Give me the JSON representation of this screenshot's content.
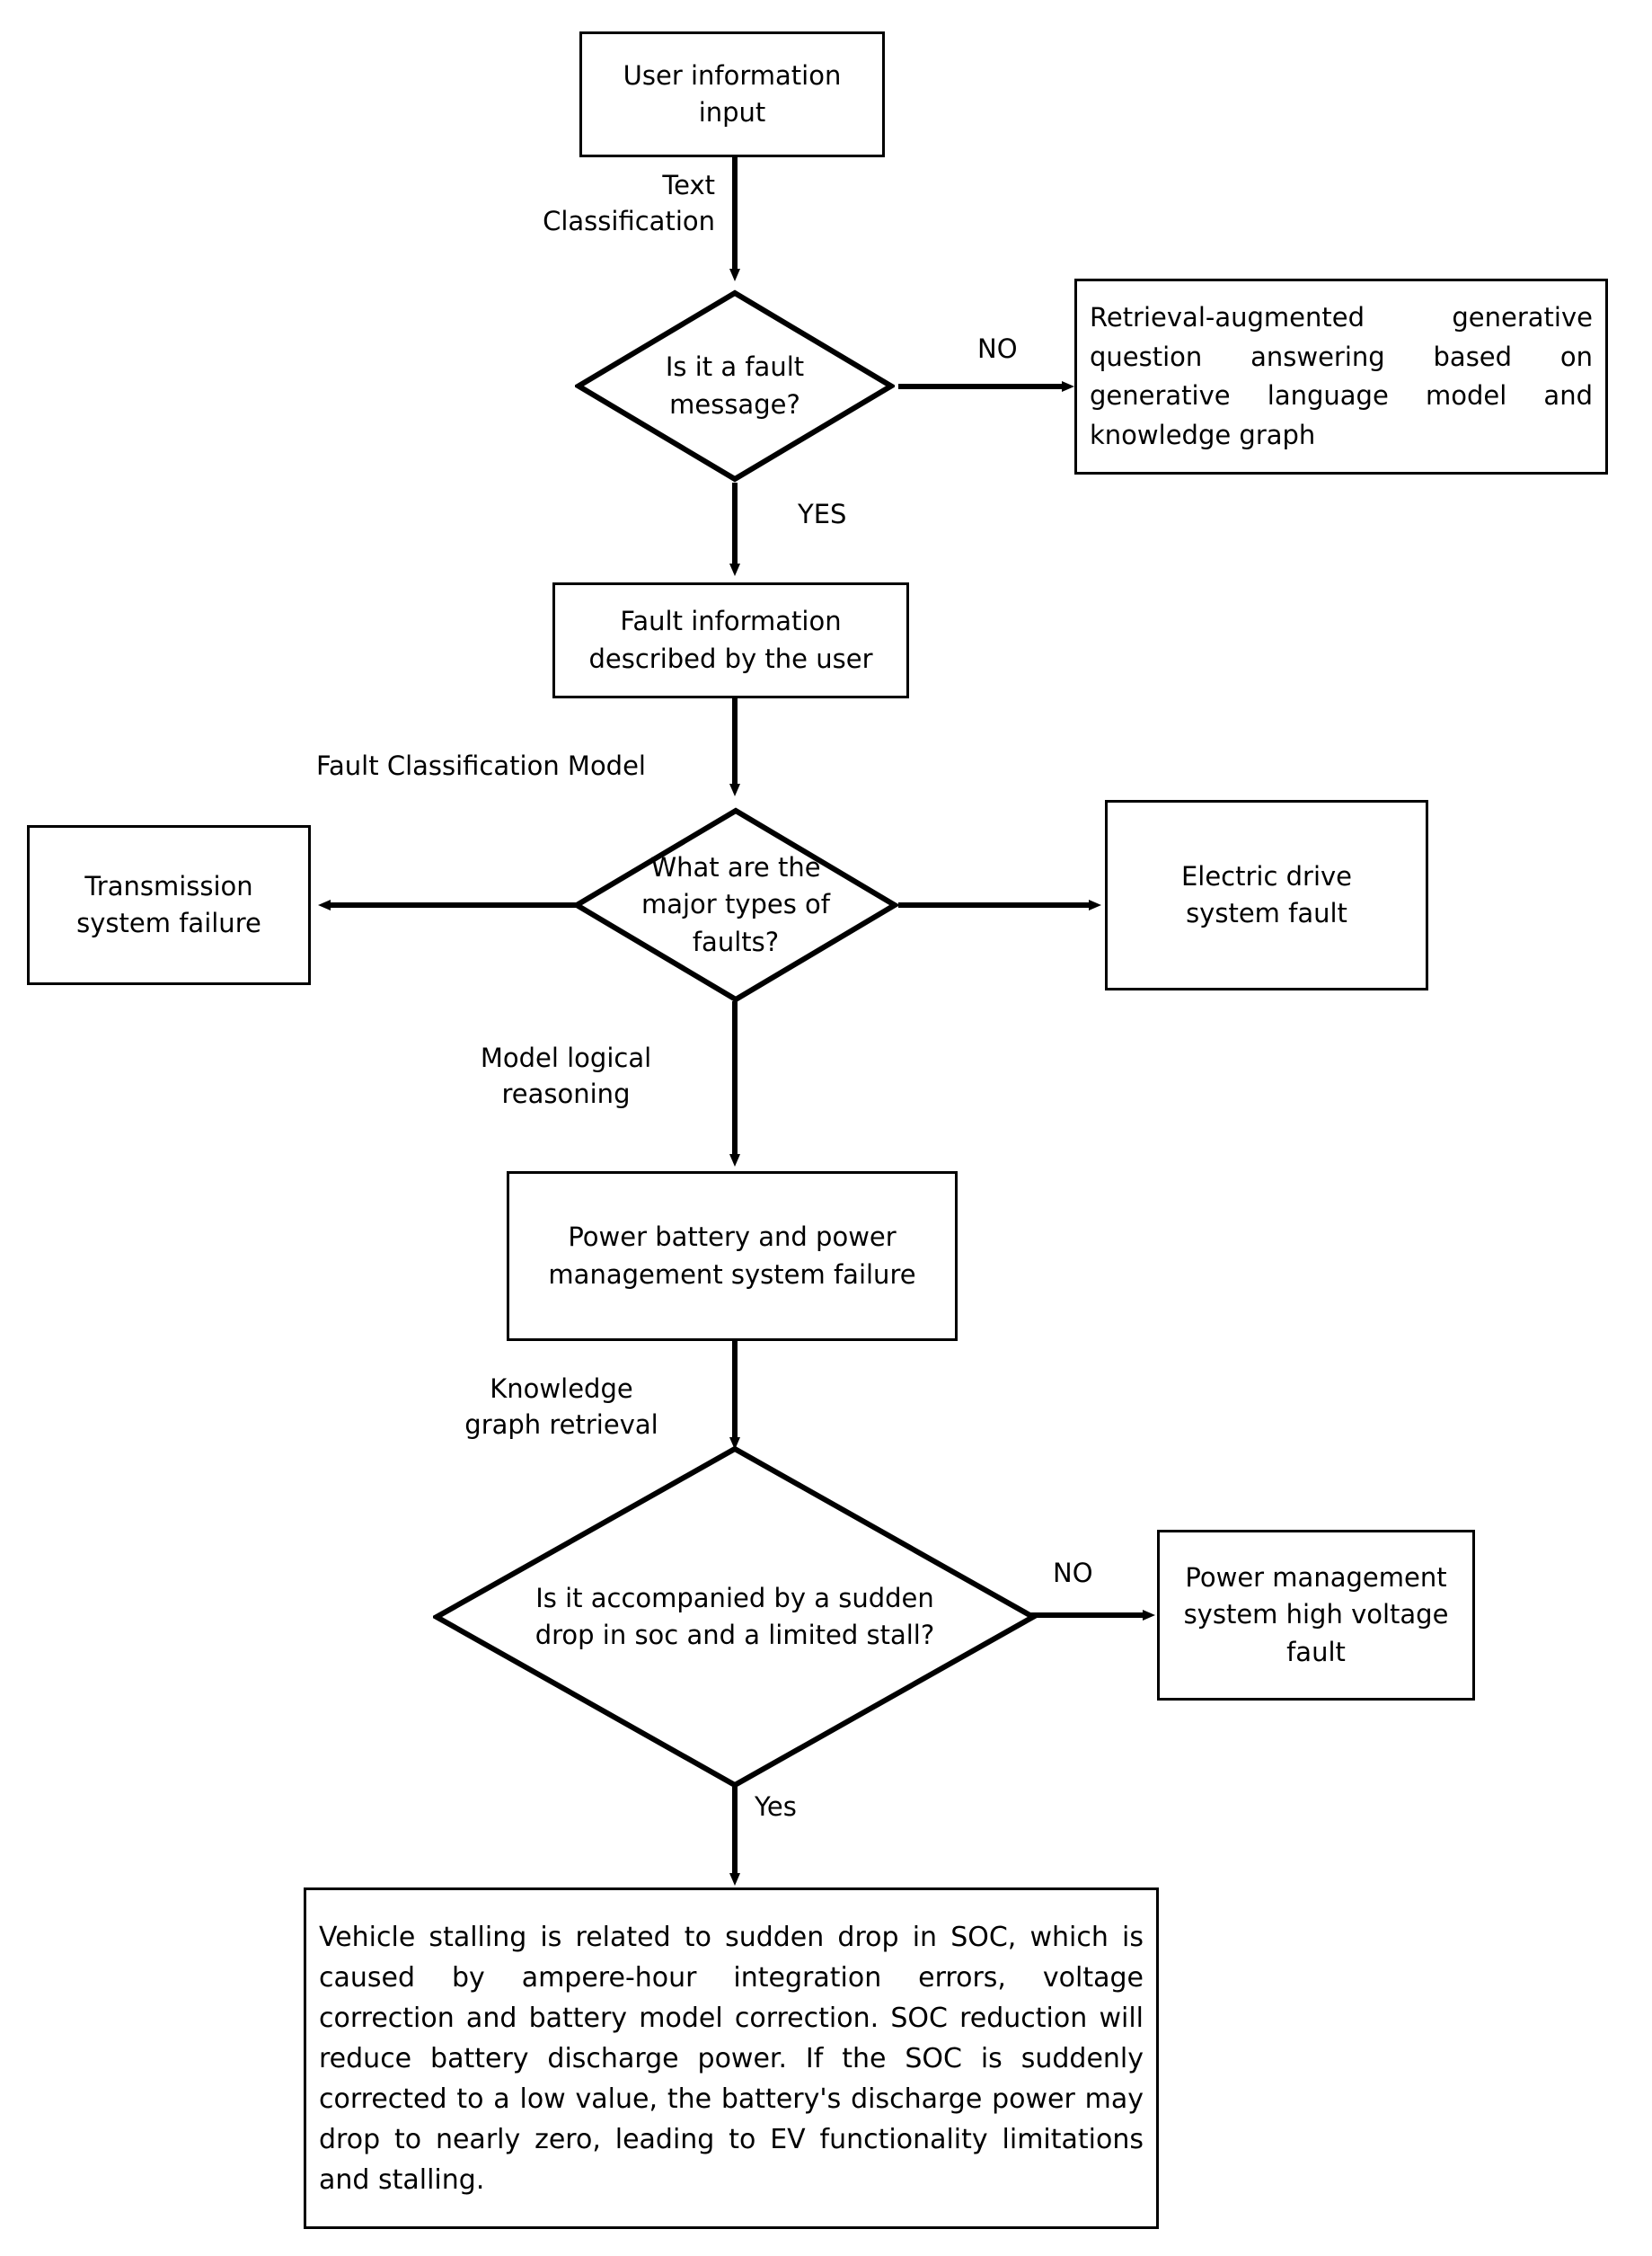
{
  "diagram": {
    "title": "Electric vehicle fault diagnosis flowchart",
    "stroke_color": "#000000",
    "fill_color": "#ffffff",
    "text_color": "#000000"
  },
  "nodes": {
    "user_input": {
      "label": "User information\ninput",
      "shape": "box"
    },
    "fault_message_decision": {
      "label": "Is it a fault\nmessage?",
      "shape": "diamond"
    },
    "rag_answer": {
      "label": "Retrieval-augmented generative question answering based on generative language model and knowledge graph",
      "shape": "box"
    },
    "fault_description": {
      "label": "Fault information\ndescribed by the user",
      "shape": "box"
    },
    "fault_type_decision": {
      "label": "What are the\nmajor types of\nfaults?",
      "shape": "diamond"
    },
    "transmission_failure": {
      "label": "Transmission\nsystem failure",
      "shape": "box"
    },
    "electric_drive_fault": {
      "label": "Electric drive\nsystem fault",
      "shape": "box"
    },
    "power_battery_failure": {
      "label": "Power battery and power\nmanagement system failure",
      "shape": "box"
    },
    "soc_decision": {
      "label": "Is it accompanied by a sudden\ndrop in soc and a limited stall?",
      "shape": "diamond"
    },
    "high_voltage_fault": {
      "label": "Power management\nsystem high voltage\nfault",
      "shape": "box"
    },
    "conclusion": {
      "label": "Vehicle stalling is related to sudden drop in SOC, which is caused by ampere-hour integration errors, voltage correction and battery model correction. SOC reduction will reduce battery discharge power. If the SOC is suddenly corrected to a low value, the battery's discharge power may drop to nearly zero, leading to EV functionality limitations and stalling.",
      "shape": "box"
    }
  },
  "edge_labels": {
    "text_classification": "Text\nClassification",
    "fault_no": "NO",
    "fault_yes": "YES",
    "fault_classification_model": "Fault Classification Model",
    "model_logical_reasoning": "Model logical\nreasoning",
    "knowledge_graph_retrieval": "Knowledge\ngraph retrieval",
    "soc_no": "NO",
    "soc_yes": "Yes"
  }
}
